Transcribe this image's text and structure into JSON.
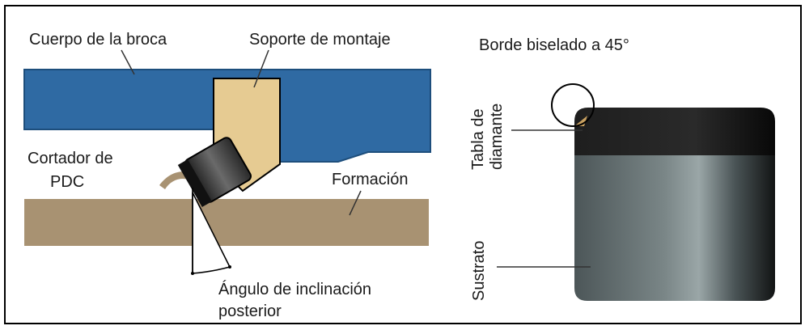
{
  "left_panel": {
    "labels": {
      "bit_body": "Cuerpo de la broca",
      "mount_support": "Soporte de montaje",
      "cutter_line1": "Cortador de",
      "cutter_line2": "PDC",
      "formation": "Formación",
      "rake_angle_line1": "Ángulo de inclinación",
      "rake_angle_line2": "posterior"
    }
  },
  "right_panel": {
    "labels": {
      "bevel_edge": "Borde biselado a 45°",
      "diamond_table_line1": "Tabla de",
      "diamond_table_line2": "diamante",
      "substrate": "Sustrato"
    }
  },
  "colors": {
    "bit_body": "#2f6aa3",
    "mount_support": "#e6cb92",
    "formation": "#a89272",
    "diamond_table": "#161616",
    "substrate": "#4f5a5c"
  }
}
